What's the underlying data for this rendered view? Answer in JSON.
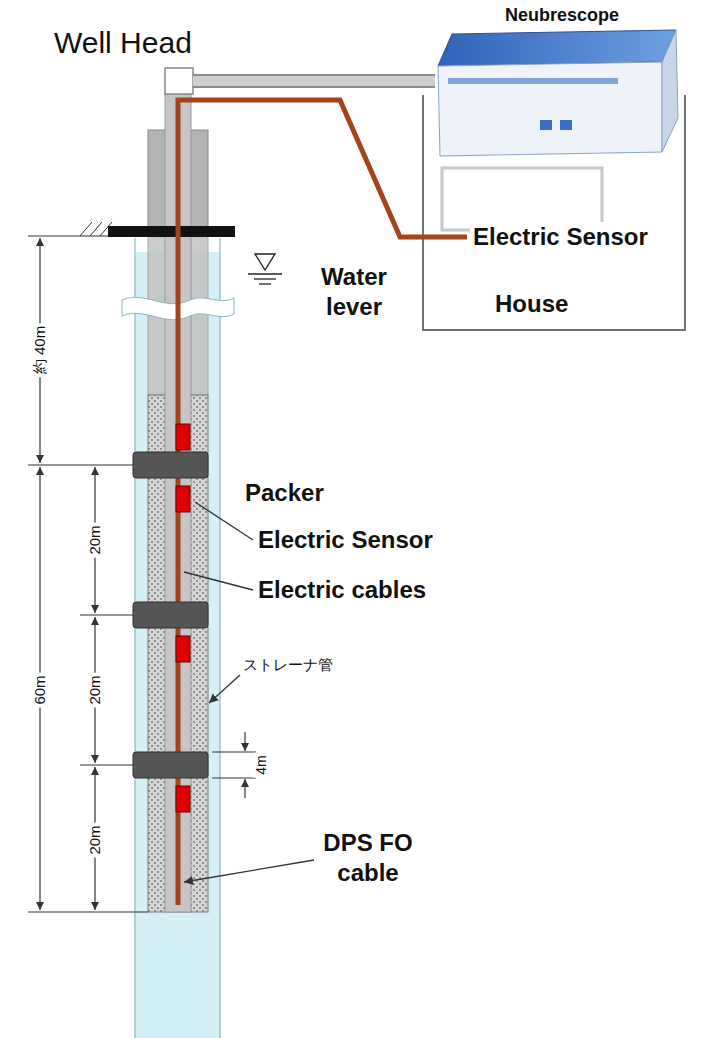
{
  "diagram": {
    "nodes": [
      {
        "text": [
          "Well Head"
        ]
      },
      {
        "text": [
          "Neubrescope"
        ]
      },
      {
        "text": [
          "Electric Sensor",
          "House"
        ]
      }
    ],
    "edges": [
      {
        "from": 0,
        "to": 1,
        "arrow": "none"
      }
    ],
    "labels": [
      "Water lever",
      "約 40m",
      "Packer",
      "Electric Sensor",
      "Electric cables",
      "60m",
      "20m",
      "20m",
      "ストレーナ管",
      "4m",
      "20m",
      "DPS FO cable"
    ]
  }
}
